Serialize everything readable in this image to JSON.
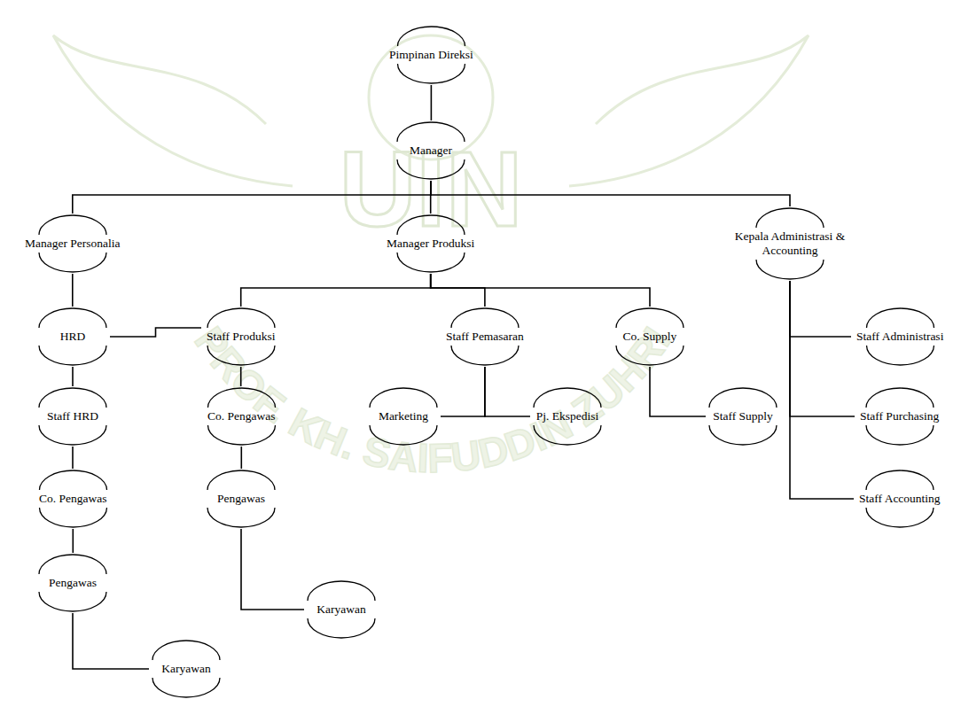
{
  "diagram": {
    "nodes": [
      {
        "text": [
          "Pimpinan Direksi"
        ]
      },
      {
        "text": [
          "Manager"
        ]
      },
      {
        "text": [
          "Manager Personalia"
        ]
      },
      {
        "text": [
          "Manager Produksi"
        ]
      },
      {
        "text": [
          "Kepala Administrasi & Accounting"
        ]
      },
      {
        "text": [
          "HRD"
        ]
      },
      {
        "text": [
          "Staff Produksi"
        ]
      },
      {
        "text": [
          "Staff Pemasaran"
        ]
      },
      {
        "text": [
          "Co. Supply"
        ]
      },
      {
        "text": [
          "Staff Administrasi"
        ]
      },
      {
        "text": [
          "Staff HRD"
        ]
      },
      {
        "text": [
          "Co. Pengawas"
        ]
      },
      {
        "text": [
          "Marketing"
        ]
      },
      {
        "text": [
          "Pj. Ekspedisi"
        ]
      },
      {
        "text": [
          "Staff Supply"
        ]
      },
      {
        "text": [
          "Staff Purchasing"
        ]
      },
      {
        "text": [
          "Co. Pengawas"
        ]
      },
      {
        "text": [
          "Pengawas"
        ]
      },
      {
        "text": [
          "Staff Accounting"
        ]
      },
      {
        "text": [
          "Pengawas"
        ]
      },
      {
        "text": [
          "Karyawan"
        ]
      },
      {
        "text": [
          "Karyawan"
        ]
      }
    ],
    "edges": [
      {
        "from": 0,
        "to": 1,
        "arrow": "none"
      },
      {
        "from": 1,
        "to": 2,
        "arrow": "none"
      },
      {
        "from": 1,
        "to": 3,
        "arrow": "none"
      },
      {
        "from": 1,
        "to": 4,
        "arrow": "none"
      },
      {
        "from": 2,
        "to": 5,
        "arrow": "none"
      },
      {
        "from": 5,
        "to": 10,
        "arrow": "none"
      },
      {
        "from": 10,
        "to": 16,
        "arrow": "none"
      },
      {
        "from": 16,
        "to": 19,
        "arrow": "none"
      },
      {
        "from": 19,
        "to": 21,
        "arrow": "none"
      },
      {
        "from": 5,
        "to": 6,
        "arrow": "none"
      },
      {
        "from": 3,
        "to": 6,
        "arrow": "none"
      },
      {
        "from": 3,
        "to": 7,
        "arrow": "none"
      },
      {
        "from": 3,
        "to": 8,
        "arrow": "none"
      },
      {
        "from": 6,
        "to": 11,
        "arrow": "none"
      },
      {
        "from": 11,
        "to": 17,
        "arrow": "none"
      },
      {
        "from": 17,
        "to": 20,
        "arrow": "none"
      },
      {
        "from": 7,
        "to": 12,
        "arrow": "none"
      },
      {
        "from": 7,
        "to": 13,
        "arrow": "none"
      },
      {
        "from": 8,
        "to": 14,
        "arrow": "none"
      },
      {
        "from": 4,
        "to": 9,
        "arrow": "none"
      },
      {
        "from": 4,
        "to": 15,
        "arrow": "none"
      },
      {
        "from": 4,
        "to": 18,
        "arrow": "none"
      }
    ],
    "labels": [
      "UIN",
      "PROF. KH. SAIFUDDIN ZUHRI"
    ]
  }
}
